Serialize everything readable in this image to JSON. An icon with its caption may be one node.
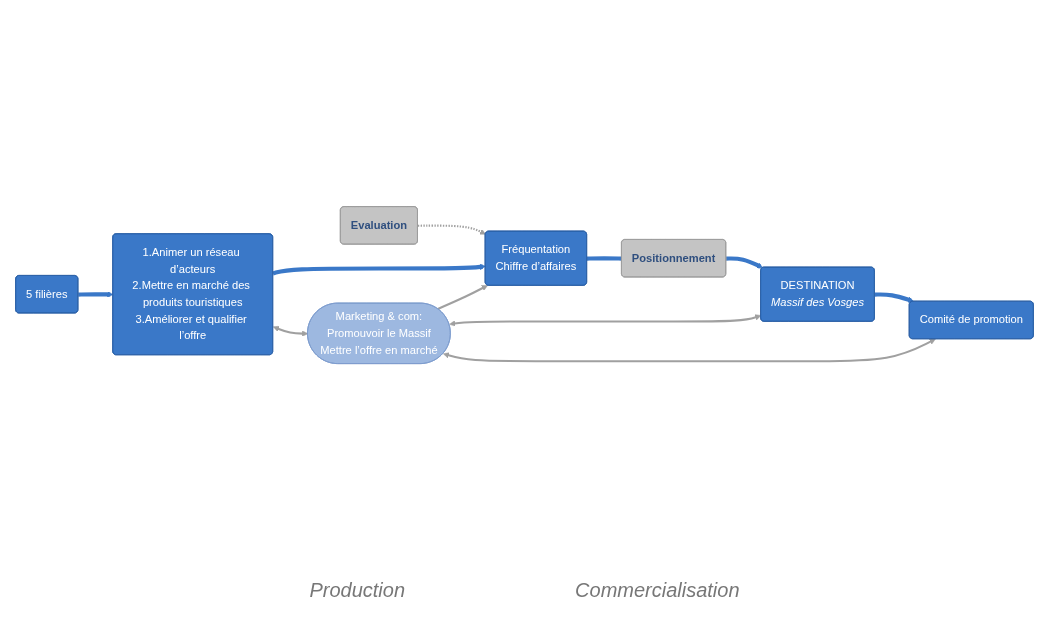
{
  "diagram": {
    "nodes": [
      {
        "text": [
          "Evaluation"
        ]
      },
      {
        "text": [
          "Fréquentation",
          "Chiffre d’affaires"
        ]
      },
      {
        "text": [
          "Positionnement"
        ]
      },
      {
        "text": [
          "1.Animer un réseau d’acteurs",
          "2.Mettre en marché des produits touristiques",
          "3.Améliorer et qualifier l’offre"
        ]
      },
      {
        "text": [
          "Marketing & com:",
          "Promouvoir le Massif",
          "Mettre l’offre en marché"
        ]
      },
      {
        "text": [
          "DESTINATION",
          "Massif des Vosges"
        ]
      },
      {
        "text": [
          "5 filières"
        ]
      },
      {
        "text": [
          "Comité de promotion"
        ]
      }
    ],
    "edges": [
      {
        "from": 0,
        "to": 1,
        "arrow": "to",
        "style": "dashed"
      },
      {
        "from": 3,
        "to": 1,
        "arrow": "to",
        "style": "thick",
        "color": "#3a78c8"
      },
      {
        "from": 1,
        "to": 2,
        "arrow": "none",
        "style": "thick",
        "color": "#3a78c8"
      },
      {
        "from": 2,
        "to": 5,
        "arrow": "to",
        "style": "thick",
        "color": "#3a78c8"
      },
      {
        "from": 4,
        "to": 1,
        "arrow": "to"
      },
      {
        "from": 3,
        "to": 4,
        "arrow": "both"
      },
      {
        "from": 4,
        "to": 5,
        "arrow": "both"
      },
      {
        "from": 4,
        "to": 7,
        "arrow": "both"
      },
      {
        "from": 5,
        "to": 7,
        "arrow": "to",
        "style": "thick",
        "color": "#3a78c8"
      },
      {
        "from": 6,
        "to": 3,
        "arrow": "to",
        "style": "thick",
        "color": "#3a78c8"
      }
    ],
    "labels": [
      "Production",
      "Commercialisation"
    ]
  }
}
